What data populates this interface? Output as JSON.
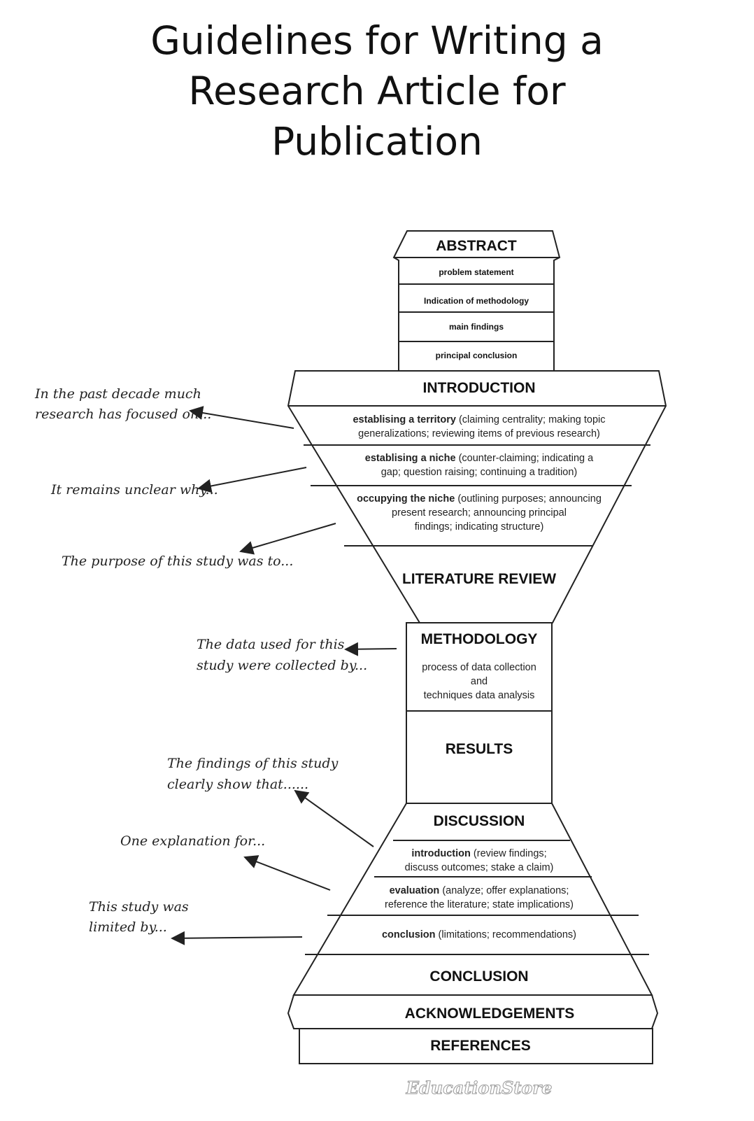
{
  "title_lines": [
    "Guidelines for Writing a",
    "Research Article for",
    "Publication"
  ],
  "abstract": {
    "heading": "ABSTRACT",
    "items": [
      "problem statement",
      "Indication of methodology",
      "main findings",
      "principal conclusion"
    ]
  },
  "introduction": {
    "heading": "INTRODUCTION",
    "items": [
      {
        "bold": "establising a territory",
        "lines": [
          " (claiming centrality; making topic",
          "generalizations; reviewing items of previous research)"
        ]
      },
      {
        "bold": "establising a niche",
        "lines": [
          " (counter-claiming; indicating a",
          "gap; question raising; continuing a tradition)"
        ]
      },
      {
        "bold": "occupying the niche",
        "lines": [
          " (outlining purposes; announcing",
          "present research; announcing principal",
          "findings; indicating structure)"
        ]
      }
    ]
  },
  "literature_review": {
    "heading": "LITERATURE REVIEW"
  },
  "methodology": {
    "heading": "METHODOLOGY",
    "lines": [
      "process of data collection",
      "and",
      "techniques data analysis"
    ]
  },
  "results": {
    "heading": "RESULTS"
  },
  "discussion": {
    "heading": "DISCUSSION",
    "items": [
      {
        "bold": "introduction",
        "lines": [
          " (review findings;",
          "discuss outcomes; stake a claim)"
        ]
      },
      {
        "bold": "evaluation",
        "lines": [
          " (analyze; offer explanations;",
          "reference the literature; state implications)"
        ]
      },
      {
        "bold": "conclusion",
        "lines": [
          " (limitations; recommendations)"
        ]
      }
    ]
  },
  "conclusion": {
    "heading": "CONCLUSION"
  },
  "acknowledgements": {
    "heading": "ACKNOWLEDGEMENTS"
  },
  "references": {
    "heading": "REFERENCES"
  },
  "notes": [
    [
      "In the past decade much",
      "research has focused on..."
    ],
    [
      "It remains unclear why..."
    ],
    [
      "The purpose of this study was to..."
    ],
    [
      "The data used for this",
      "study were collected by..."
    ],
    [
      "The findings of this study",
      "clearly show that......"
    ],
    [
      "One explanation for..."
    ],
    [
      "This study was",
      "limited by..."
    ]
  ],
  "watermark": "EducationStore"
}
